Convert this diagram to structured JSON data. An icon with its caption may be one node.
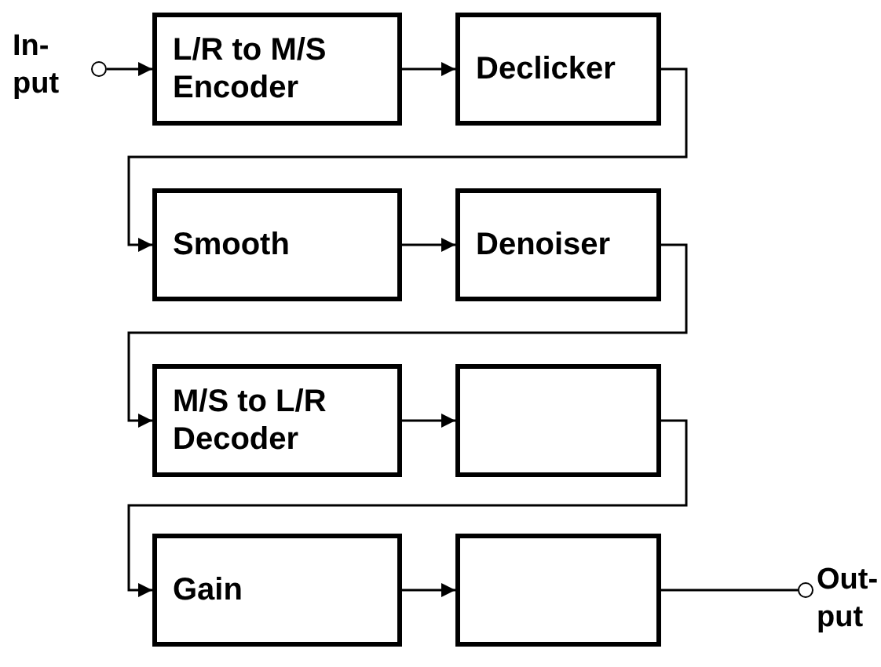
{
  "diagram": {
    "nodes": [
      {
        "text": [],
        "shape": "circle",
        "beside": [
          "In- put"
        ]
      },
      {
        "text": [
          "L/R to M/S Encoder"
        ]
      },
      {
        "text": [
          "Declicker"
        ]
      },
      {
        "text": [
          "Smooth"
        ]
      },
      {
        "text": [
          "Denoiser"
        ]
      },
      {
        "text": [
          "M/S to L/R Decoder"
        ]
      },
      {
        "text": [],
        "shape": "box"
      },
      {
        "text": [
          "Gain"
        ]
      },
      {
        "text": [],
        "shape": "box"
      },
      {
        "text": [],
        "shape": "circle",
        "beside": [
          "Out- put"
        ]
      }
    ],
    "edges": [
      {
        "from": 0,
        "to": 1,
        "arrow": "to"
      },
      {
        "from": 1,
        "to": 2,
        "arrow": "to"
      },
      {
        "from": 2,
        "to": 3,
        "arrow": "to"
      },
      {
        "from": 3,
        "to": 4,
        "arrow": "to"
      },
      {
        "from": 4,
        "to": 5,
        "arrow": "to"
      },
      {
        "from": 5,
        "to": 6,
        "arrow": "to"
      },
      {
        "from": 6,
        "to": 7,
        "arrow": "to"
      },
      {
        "from": 7,
        "to": 8,
        "arrow": "to"
      },
      {
        "from": 8,
        "to": 9,
        "arrow": "none"
      }
    ]
  }
}
